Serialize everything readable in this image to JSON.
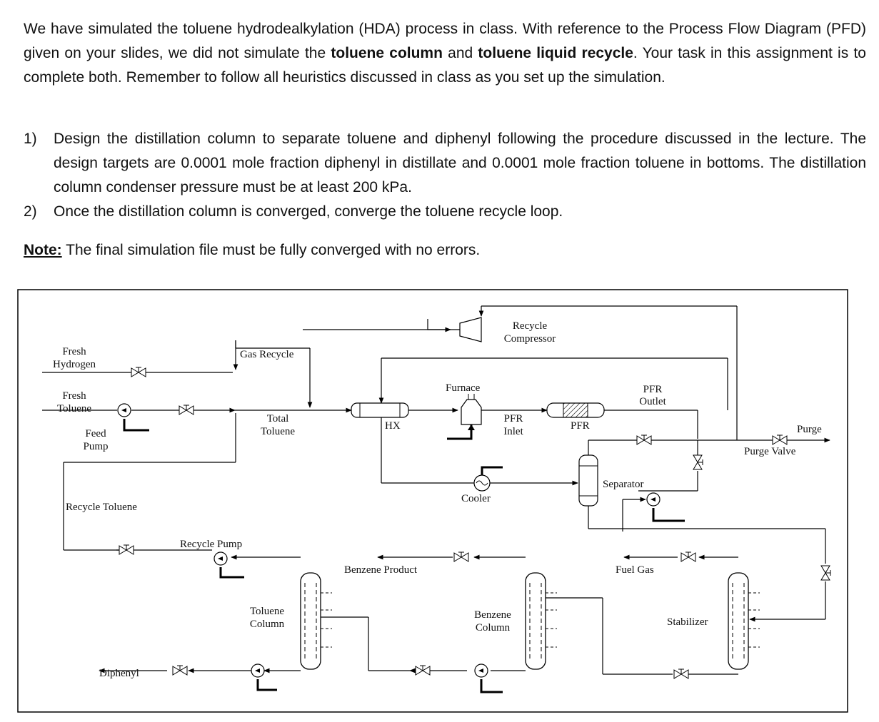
{
  "intro": {
    "part1": "We have simulated the toluene hydrodealkylation (HDA) process in class. With reference to the Process Flow Diagram (PFD) given on your slides, we did not simulate the ",
    "bold1": "toluene column",
    "part2": " and ",
    "bold2": "toluene liquid recycle",
    "part3": ". Your task in this assignment is to complete both. Remember to follow all heuristics discussed in class as you set up the simulation."
  },
  "tasks": [
    {
      "num": "1)",
      "text": "Design the distillation column to separate toluene and diphenyl following the procedure discussed in the lecture. The design targets are 0.0001 mole fraction diphenyl in distillate and 0.0001 mole fraction toluene in bottoms. The distillation column condenser pressure must be at least 200 kPa."
    },
    {
      "num": "2)",
      "text": "Once the distillation column is converged, converge the toluene recycle loop."
    }
  ],
  "note": {
    "label": "Note:",
    "text": " The final simulation file must be fully converged with no errors."
  },
  "pfd": {
    "recycle_compressor": [
      "Recycle",
      "Compressor"
    ],
    "fresh_hydrogen": [
      "Fresh",
      "Hydrogen"
    ],
    "gas_recycle": "Gas Recycle",
    "fresh_toluene": [
      "Fresh",
      "Toluene"
    ],
    "feed_pump": [
      "Feed",
      "Pump"
    ],
    "total_toluene": [
      "Total",
      "Toluene"
    ],
    "hx": "HX",
    "furnace": "Furnace",
    "pfr_inlet": [
      "PFR",
      "Inlet"
    ],
    "pfr": "PFR",
    "pfr_outlet": [
      "PFR",
      "Outlet"
    ],
    "purge": "Purge",
    "purge_valve": "Purge Valve",
    "separator": "Separator",
    "cooler": "Cooler",
    "recycle_toluene": "Recycle Toluene",
    "recycle_pump": "Recycle Pump",
    "benzene_product": "Benzene Product",
    "fuel_gas": "Fuel Gas",
    "toluene_column": [
      "Toluene",
      "Column"
    ],
    "benzene_column": [
      "Benzene",
      "Column"
    ],
    "stabilizer": "Stabilizer",
    "diphenyl": "Diphenyl"
  }
}
